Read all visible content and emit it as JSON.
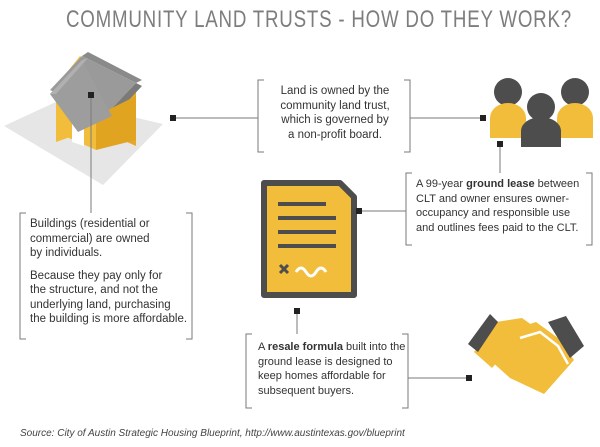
{
  "title": "COMMUNITY LAND TRUSTS - HOW DO THEY WORK?",
  "land_box": {
    "line1": "Land is owned by the",
    "line2": "community land trust,",
    "line3": "which is governed by",
    "line4": "a non-profit board."
  },
  "buildings_box": {
    "p1_line1": "Buildings (residential or",
    "p1_line2": "commercial) are owned",
    "p1_line3": "by individuals.",
    "p2_line1": "Because they pay only for",
    "p2_line2": "the structure, and not the",
    "p2_line3": "underlying land, purchasing",
    "p2_line4": "the building is more affordable."
  },
  "lease_box": {
    "line1_pre": "A 99-year ",
    "line1_bold": "ground lease",
    "line1_post": " between",
    "line2": "CLT and owner ensures owner-",
    "line3": "occupancy and responsible use",
    "line4": "and outlines fees paid to the CLT."
  },
  "resale_box": {
    "line1_pre": "A ",
    "line1_bold": "resale formula",
    "line1_post": " built into the",
    "line2": "ground lease is designed to",
    "line3": "keep homes affordable for",
    "line4": "subsequent buyers."
  },
  "source": "Source: City of Austin Strategic Housing Blueprint, http://www.austintexas.gov/blueprint",
  "colors": {
    "accent": "#f2bd3b",
    "dark": "#4d4d4d",
    "line": "#7a7a7a",
    "text": "#333333",
    "ground": "#e6e6e6"
  },
  "icons": [
    "house-icon",
    "people-icon",
    "document-icon",
    "handshake-icon"
  ]
}
